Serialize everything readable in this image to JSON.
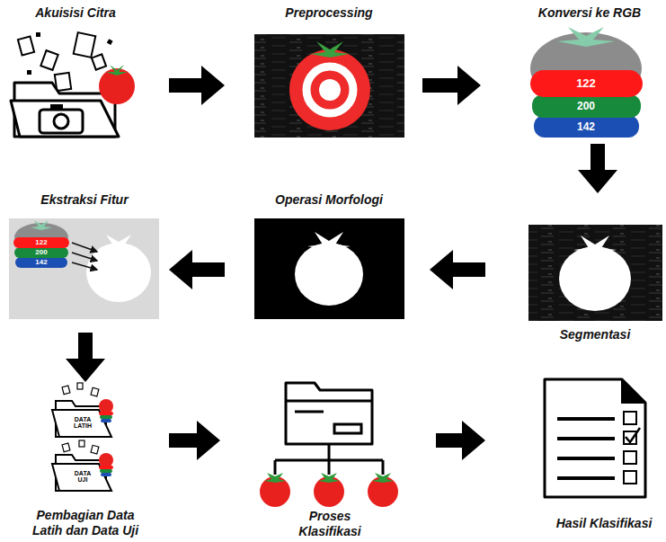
{
  "diagram": {
    "nodes": [
      {
        "text": [
          "Akuisisi Citra"
        ]
      },
      {
        "text": [
          "Preprocessing"
        ]
      },
      {
        "text": [
          "Konversi ke RGB"
        ]
      },
      {
        "text": [
          "Ekstraksi Fitur"
        ]
      },
      {
        "text": [
          "Operasi Morfologi"
        ]
      },
      {
        "text": [
          "Segmentasi"
        ]
      },
      {
        "text": [
          "Pembagian Data Latih dan Data Uji"
        ]
      },
      {
        "text": [
          "Proses Klasifikasi"
        ]
      },
      {
        "text": [
          "Hasil Klasifikasi"
        ]
      }
    ],
    "edges": [
      {
        "from": 0,
        "to": 1,
        "arrow": "to"
      },
      {
        "from": 1,
        "to": 2,
        "arrow": "to"
      },
      {
        "from": 2,
        "to": 5,
        "arrow": "to"
      },
      {
        "from": 5,
        "to": 4,
        "arrow": "to"
      },
      {
        "from": 4,
        "to": 3,
        "arrow": "to"
      },
      {
        "from": 3,
        "to": 6,
        "arrow": "to"
      },
      {
        "from": 6,
        "to": 7,
        "arrow": "to"
      },
      {
        "from": 7,
        "to": 8,
        "arrow": "to"
      }
    ],
    "labels": [
      "122",
      "200",
      "142",
      "122",
      "200",
      "142",
      "DATA LATIH",
      "DATA UJI"
    ]
  }
}
